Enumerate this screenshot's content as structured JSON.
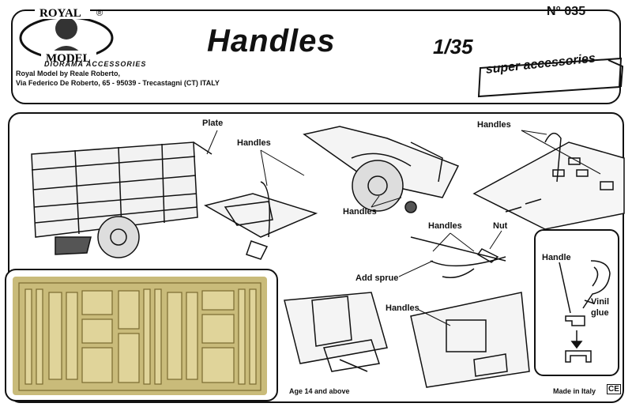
{
  "header": {
    "brand_top": "ROYAL",
    "brand_bottom": "MODEL",
    "brand_tagline": "DIORAMA ACCESSORIES",
    "address_line1": "Royal Model by Reale Roberto,",
    "address_line2": "Via Federico De Roberto, 65 - 95039 - Trecastagni (CT) ITALY",
    "title": "Handles",
    "scale": "1/35",
    "kit_number": "N° 035",
    "banner": "super accessories"
  },
  "labels": {
    "plate": "Plate",
    "handles_truck": "Handles",
    "handles_wheel": "Handles",
    "handles_top_right": "Handles",
    "handles_mid": "Handles",
    "nut": "Nut",
    "add_sprue": "Add sprue",
    "handles_bottom": "Handles",
    "handle_inset": "Handle",
    "vinil": "Vinil",
    "glue": "glue"
  },
  "footer": {
    "age": "Age 14 and above",
    "made_in": "Made in Italy",
    "ce_mark": "CE"
  },
  "colors": {
    "fret": "#c9bb7a",
    "ink": "#111111"
  }
}
